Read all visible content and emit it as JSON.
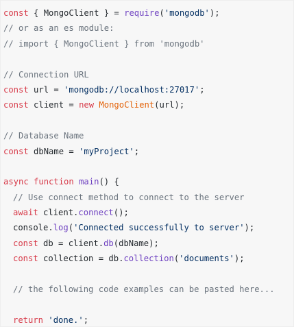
{
  "code": {
    "language": "javascript",
    "colors": {
      "background": "#f7f7f7",
      "keyword": "#d73a49",
      "function": "#6f42c1",
      "class": "#e36209",
      "string": "#032f62",
      "comment": "#6a737d",
      "plain": "#24292e"
    },
    "lines": [
      {
        "indent": 0,
        "tokens": [
          {
            "t": "kw",
            "v": "const"
          },
          {
            "t": "pl",
            "v": " { MongoClient } = "
          },
          {
            "t": "fn",
            "v": "require"
          },
          {
            "t": "pl",
            "v": "("
          },
          {
            "t": "str",
            "v": "'mongodb'"
          },
          {
            "t": "pl",
            "v": ");"
          }
        ]
      },
      {
        "indent": 0,
        "tokens": [
          {
            "t": "cmt",
            "v": "// or as an es module:"
          }
        ]
      },
      {
        "indent": 0,
        "tokens": [
          {
            "t": "cmt",
            "v": "// import { MongoClient } from 'mongodb'"
          }
        ]
      },
      {
        "indent": 0,
        "tokens": []
      },
      {
        "indent": 0,
        "tokens": [
          {
            "t": "cmt",
            "v": "// Connection URL"
          }
        ]
      },
      {
        "indent": 0,
        "tokens": [
          {
            "t": "kw",
            "v": "const"
          },
          {
            "t": "pl",
            "v": " url = "
          },
          {
            "t": "str",
            "v": "'mongodb://localhost:27017'"
          },
          {
            "t": "pl",
            "v": ";"
          }
        ]
      },
      {
        "indent": 0,
        "tokens": [
          {
            "t": "kw",
            "v": "const"
          },
          {
            "t": "pl",
            "v": " client = "
          },
          {
            "t": "kw",
            "v": "new"
          },
          {
            "t": "pl",
            "v": " "
          },
          {
            "t": "cls",
            "v": "MongoClient"
          },
          {
            "t": "pl",
            "v": "(url);"
          }
        ]
      },
      {
        "indent": 0,
        "tokens": []
      },
      {
        "indent": 0,
        "tokens": [
          {
            "t": "cmt",
            "v": "// Database Name"
          }
        ]
      },
      {
        "indent": 0,
        "tokens": [
          {
            "t": "kw",
            "v": "const"
          },
          {
            "t": "pl",
            "v": " dbName = "
          },
          {
            "t": "str",
            "v": "'myProject'"
          },
          {
            "t": "pl",
            "v": ";"
          }
        ]
      },
      {
        "indent": 0,
        "tokens": []
      },
      {
        "indent": 0,
        "tokens": [
          {
            "t": "kw",
            "v": "async"
          },
          {
            "t": "pl",
            "v": " "
          },
          {
            "t": "kw",
            "v": "function"
          },
          {
            "t": "pl",
            "v": " "
          },
          {
            "t": "fn",
            "v": "main"
          },
          {
            "t": "pl",
            "v": "() {"
          }
        ]
      },
      {
        "indent": 1,
        "tokens": [
          {
            "t": "cmt",
            "v": "// Use connect method to connect to the server"
          }
        ]
      },
      {
        "indent": 1,
        "tokens": [
          {
            "t": "kw",
            "v": "await"
          },
          {
            "t": "pl",
            "v": " client."
          },
          {
            "t": "fn",
            "v": "connect"
          },
          {
            "t": "pl",
            "v": "();"
          }
        ]
      },
      {
        "indent": 1,
        "tokens": [
          {
            "t": "pl",
            "v": "console."
          },
          {
            "t": "fn",
            "v": "log"
          },
          {
            "t": "pl",
            "v": "("
          },
          {
            "t": "str",
            "v": "'Connected successfully to server'"
          },
          {
            "t": "pl",
            "v": ");"
          }
        ]
      },
      {
        "indent": 1,
        "tokens": [
          {
            "t": "kw",
            "v": "const"
          },
          {
            "t": "pl",
            "v": " db = client."
          },
          {
            "t": "fn",
            "v": "db"
          },
          {
            "t": "pl",
            "v": "(dbName);"
          }
        ]
      },
      {
        "indent": 1,
        "tokens": [
          {
            "t": "kw",
            "v": "const"
          },
          {
            "t": "pl",
            "v": " collection = db."
          },
          {
            "t": "fn",
            "v": "collection"
          },
          {
            "t": "pl",
            "v": "("
          },
          {
            "t": "str",
            "v": "'documents'"
          },
          {
            "t": "pl",
            "v": ");"
          }
        ]
      },
      {
        "indent": 0,
        "tokens": []
      },
      {
        "indent": 1,
        "tokens": [
          {
            "t": "cmt",
            "v": "// the following code examples can be pasted here..."
          }
        ]
      },
      {
        "indent": 0,
        "tokens": []
      },
      {
        "indent": 1,
        "tokens": [
          {
            "t": "kw",
            "v": "return"
          },
          {
            "t": "pl",
            "v": " "
          },
          {
            "t": "str",
            "v": "'done.'"
          },
          {
            "t": "pl",
            "v": ";"
          }
        ]
      }
    ]
  }
}
